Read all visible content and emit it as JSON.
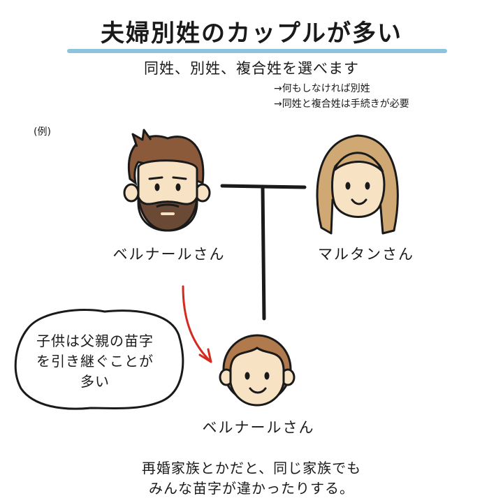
{
  "title": "夫婦別姓のカップルが多い",
  "subtitle": "同姓、別姓、複合姓を選べます",
  "notes": [
    "→何もしなければ別姓",
    "→同姓と複合姓は手続きが必要"
  ],
  "example_label": "(例)",
  "people": {
    "father": "ベルナールさん",
    "mother": "マルタンさん",
    "child": "ベルナールさん"
  },
  "speech_bubble": {
    "lines": [
      "子供は父親の苗字",
      "を引き継ぐことが",
      "多い"
    ]
  },
  "footer": {
    "lines": [
      "再婚家族とかだと、同じ家族でも",
      "みんな苗字が違かったりする。"
    ]
  },
  "colors": {
    "accent_underline": "#8ec3de",
    "arrow": "#d42a1f",
    "skin": "#f7e2c3",
    "father_hair": "#8a5a3b",
    "mother_hair": "#cfa873",
    "child_hair": "#b07a4c"
  }
}
